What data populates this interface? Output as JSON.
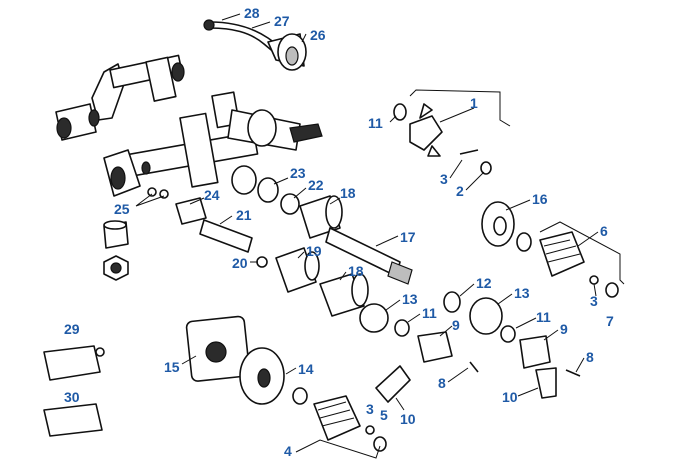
{
  "diagram": {
    "callouts": [
      {
        "id": "c28",
        "text": "28"
      },
      {
        "id": "c27",
        "text": "27"
      },
      {
        "id": "c26",
        "text": "26"
      },
      {
        "id": "c1",
        "text": "1"
      },
      {
        "id": "c11a",
        "text": "11"
      },
      {
        "id": "c3a",
        "text": "3"
      },
      {
        "id": "c2",
        "text": "2"
      },
      {
        "id": "c23",
        "text": "23"
      },
      {
        "id": "c22",
        "text": "22"
      },
      {
        "id": "c18a",
        "text": "18"
      },
      {
        "id": "c24",
        "text": "24"
      },
      {
        "id": "c25",
        "text": "25"
      },
      {
        "id": "c21",
        "text": "21"
      },
      {
        "id": "c17",
        "text": "17"
      },
      {
        "id": "c16",
        "text": "16"
      },
      {
        "id": "c6",
        "text": "6"
      },
      {
        "id": "c19",
        "text": "19"
      },
      {
        "id": "c20",
        "text": "20"
      },
      {
        "id": "c18b",
        "text": "18"
      },
      {
        "id": "c12",
        "text": "12"
      },
      {
        "id": "c13a",
        "text": "13"
      },
      {
        "id": "c3b",
        "text": "3"
      },
      {
        "id": "c7",
        "text": "7"
      },
      {
        "id": "c13b",
        "text": "13"
      },
      {
        "id": "c11b",
        "text": "11"
      },
      {
        "id": "c9a",
        "text": "9"
      },
      {
        "id": "c11c",
        "text": "11"
      },
      {
        "id": "c9b",
        "text": "9"
      },
      {
        "id": "c29",
        "text": "29"
      },
      {
        "id": "c15",
        "text": "15"
      },
      {
        "id": "c14",
        "text": "14"
      },
      {
        "id": "c8a",
        "text": "8"
      },
      {
        "id": "c8b",
        "text": "8"
      },
      {
        "id": "c10a",
        "text": "10"
      },
      {
        "id": "c10b",
        "text": "10"
      },
      {
        "id": "c30",
        "text": "30"
      },
      {
        "id": "c3c",
        "text": "3"
      },
      {
        "id": "c5",
        "text": "5"
      },
      {
        "id": "c4",
        "text": "4"
      }
    ]
  }
}
